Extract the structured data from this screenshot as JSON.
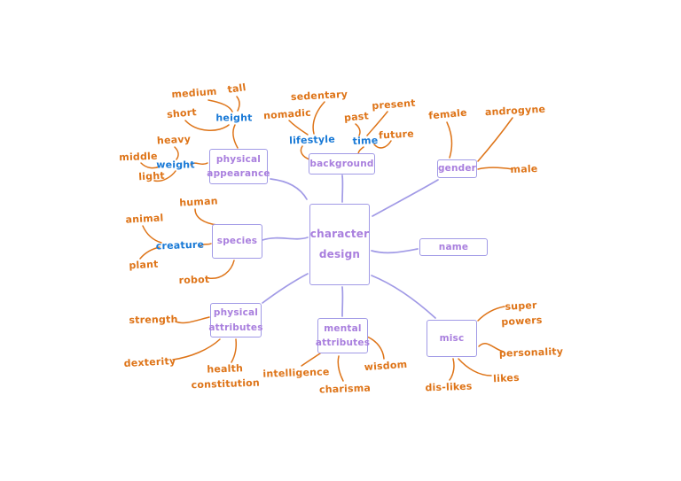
{
  "colors": {
    "leaf_text": "#DE7418",
    "subtopic_text": "#1879D6",
    "box_border": "#A19AE6",
    "box_text": "#A97FDE",
    "background": "#FFFFFF"
  },
  "mindmap": {
    "root": {
      "lines": [
        "character",
        "design"
      ]
    },
    "branches": {
      "physical_appearance": {
        "lines": [
          "physical",
          "appearance"
        ],
        "subtopics": {
          "height": {
            "label": "height",
            "leaves": {
              "medium": "medium",
              "tall": "tall",
              "short": "short"
            }
          },
          "weight": {
            "label": "weight",
            "leaves": {
              "heavy": "heavy",
              "middle": "middle",
              "light": "light"
            }
          }
        }
      },
      "background": {
        "lines": [
          "background"
        ],
        "subtopics": {
          "lifestyle": {
            "label": "lifestyle",
            "leaves": {
              "nomadic": "nomadic",
              "sedentary": "sedentary"
            }
          },
          "time": {
            "label": "time",
            "leaves": {
              "past": "past",
              "present": "present",
              "future": "future"
            }
          }
        }
      },
      "gender": {
        "lines": [
          "gender"
        ],
        "leaves": {
          "female": "female",
          "androgyne": "androgyne",
          "male": "male"
        }
      },
      "name": {
        "lines": [
          "name"
        ]
      },
      "species": {
        "lines": [
          "species"
        ],
        "leaves": {
          "human": "human",
          "robot": "robot"
        },
        "subtopics": {
          "creature": {
            "label": "creature",
            "leaves": {
              "animal": "animal",
              "plant": "plant"
            }
          }
        }
      },
      "physical_attributes": {
        "lines": [
          "physical",
          "attributes"
        ],
        "leaves": {
          "strength": "strength",
          "dexterity": "dexterity",
          "health_constitution": {
            "lines": [
              "health",
              "constitution"
            ]
          }
        }
      },
      "mental_attributes": {
        "lines": [
          "mental",
          "attributes"
        ],
        "leaves": {
          "intelligence": "intelligence",
          "charisma": "charisma",
          "wisdom": "wisdom"
        }
      },
      "misc": {
        "lines": [
          "misc"
        ],
        "leaves": {
          "super_powers": {
            "lines": [
              "super",
              "powers"
            ]
          },
          "personality": "personality",
          "likes": "likes",
          "dis_likes": "dis-likes"
        }
      }
    }
  }
}
